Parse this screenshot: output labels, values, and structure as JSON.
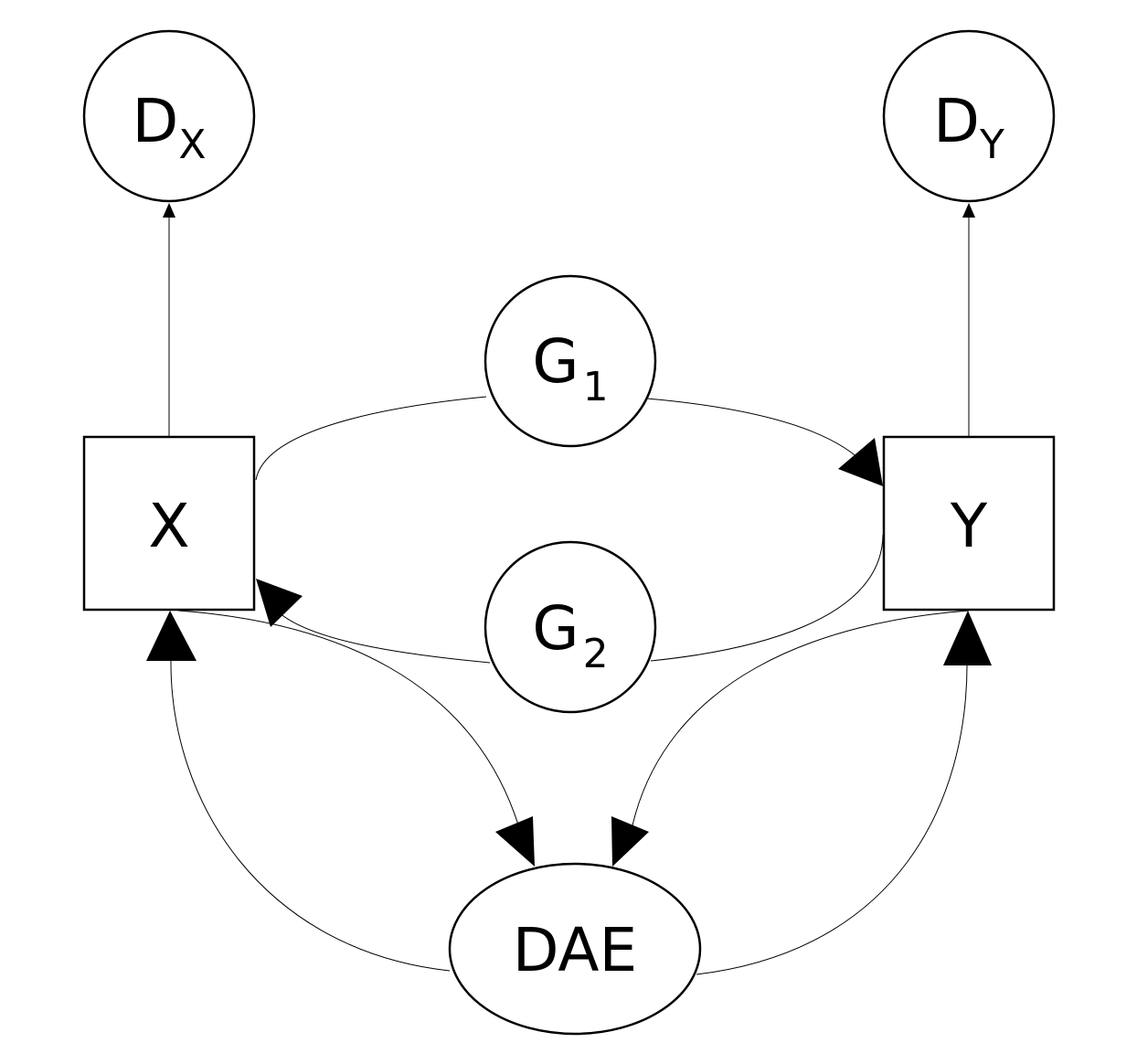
{
  "nodes": {
    "dx": {
      "main": "D",
      "sub": "X"
    },
    "dy": {
      "main": "D",
      "sub": "Y"
    },
    "g1": {
      "main": "G",
      "sub": "1"
    },
    "g2": {
      "main": "G",
      "sub": "2"
    },
    "x": {
      "main": "X"
    },
    "y": {
      "main": "Y"
    },
    "dae": {
      "main": "DAE"
    }
  },
  "edges": [
    {
      "from": "x",
      "to": "dx",
      "kind": "directed"
    },
    {
      "from": "y",
      "to": "dy",
      "kind": "directed"
    },
    {
      "from": "x",
      "to": "y",
      "via": "g1",
      "kind": "directed"
    },
    {
      "from": "y",
      "to": "x",
      "via": "g2",
      "kind": "directed"
    },
    {
      "from": "x",
      "to": "dae",
      "kind": "bidirected"
    },
    {
      "from": "y",
      "to": "dae",
      "kind": "bidirected"
    }
  ]
}
